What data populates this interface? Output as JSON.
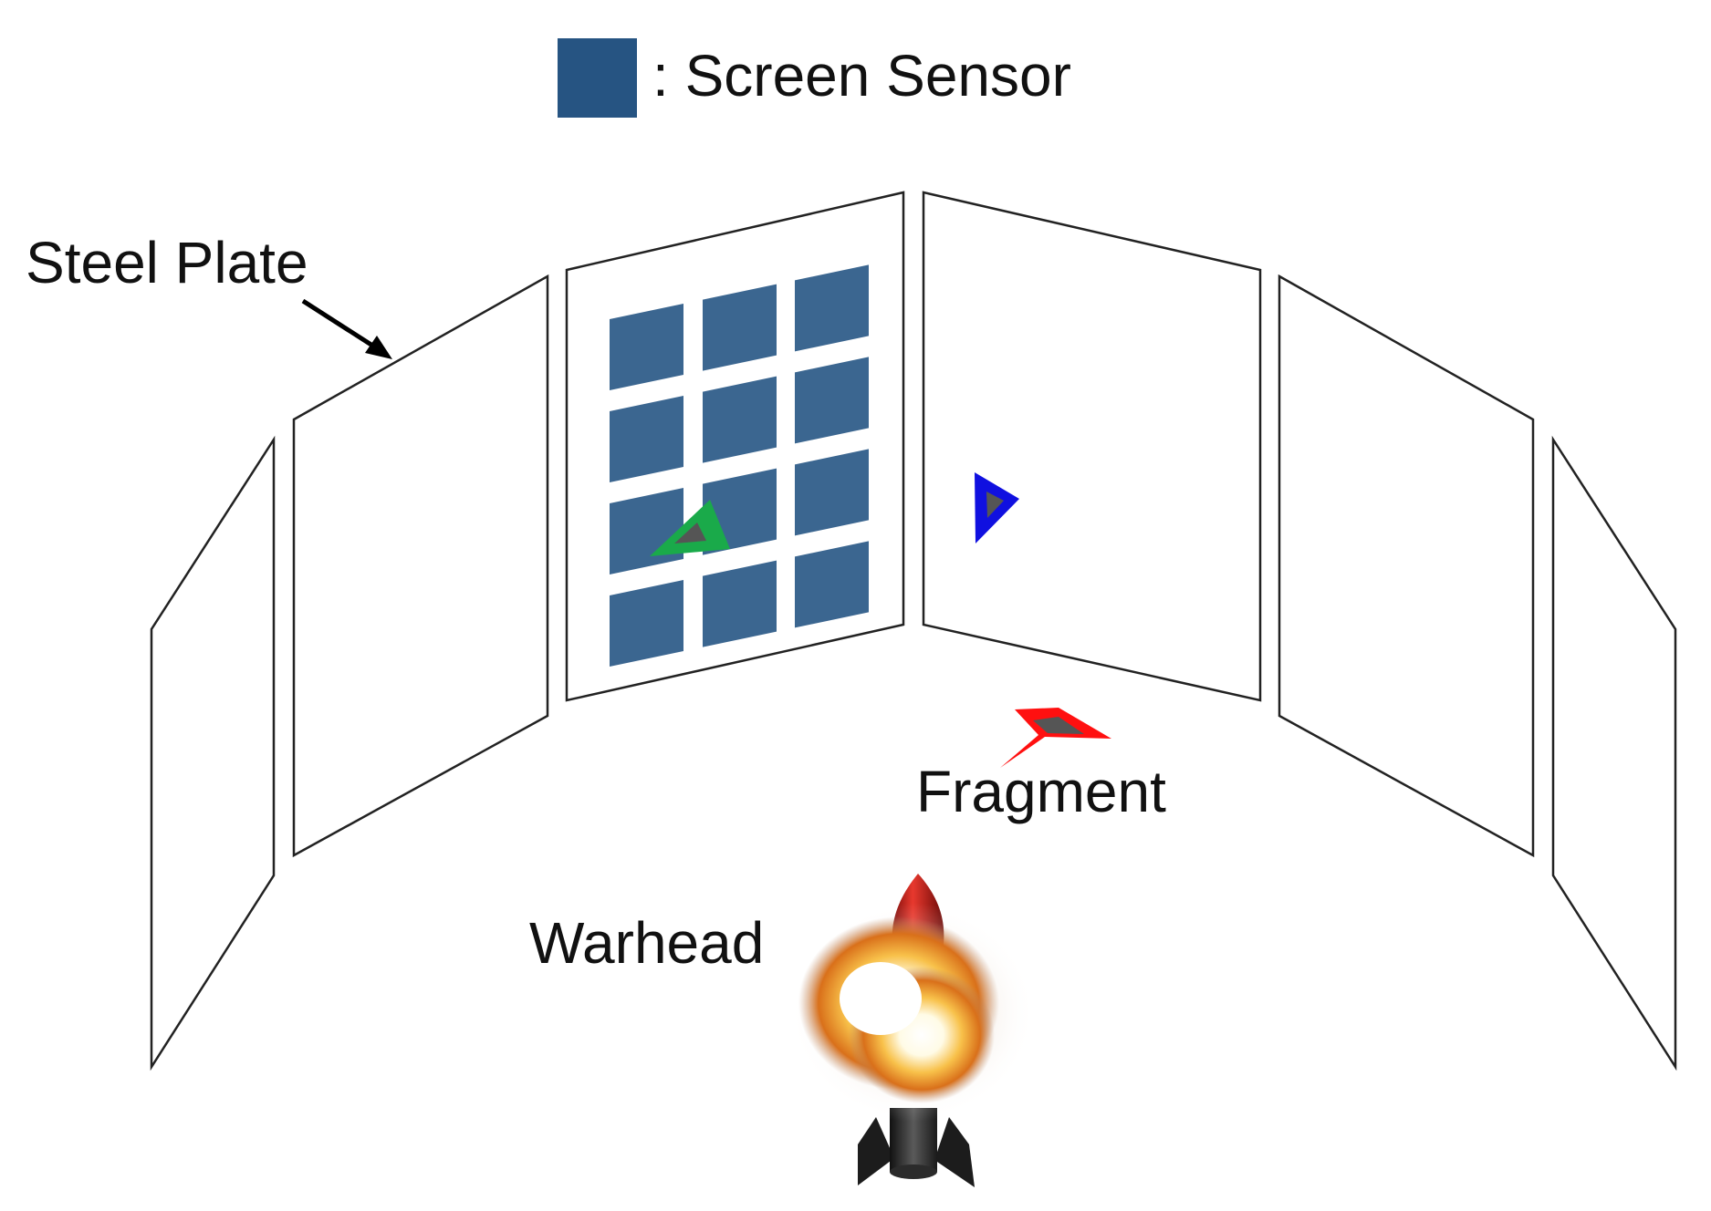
{
  "legend": {
    "marker_color": "#265482",
    "label": ": Screen Sensor"
  },
  "labels": {
    "steel_plate": "Steel Plate",
    "fragment": "Fragment",
    "warhead": "Warhead"
  },
  "colors": {
    "sensor": "#3b6690",
    "plate_stroke": "#222222",
    "fragment_green": "#1aaa4a",
    "fragment_blue": "#1010e0",
    "fragment_red": "#ff1010",
    "fragment_core": "#555555",
    "missile_nose": "#c41a14",
    "missile_body": "#2b2b2b",
    "explosion": "#f4a21c"
  },
  "sensor_grid": {
    "rows": 4,
    "cols": 3
  },
  "icons": [
    "arrow-icon",
    "fragment-icon",
    "missile-icon",
    "explosion-icon"
  ]
}
